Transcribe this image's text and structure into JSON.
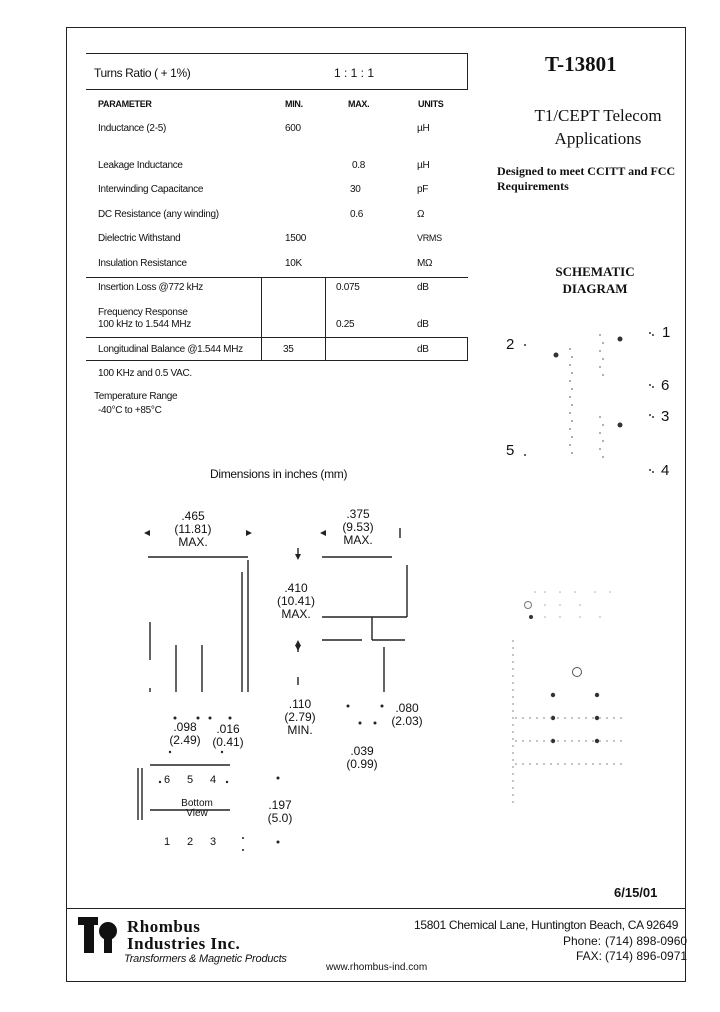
{
  "part_number": "T-13801",
  "application_title_line1": "T1/CEPT Telecom",
  "application_title_line2": "Applications",
  "designed_line1": "Designed to meet CCITT and FCC",
  "designed_line2": "Requirements",
  "schematic_title_line1": "SCHEMATIC",
  "schematic_title_line2": "DIAGRAM",
  "turns_ratio_label": "Turns Ratio ( + 1%)",
  "turns_ratio_value": "1 : 1 : 1",
  "table": {
    "headers": [
      "PARAMETER",
      "MIN.",
      "MAX.",
      "UNITS"
    ],
    "rows": [
      {
        "param": "Inductance (2-5)",
        "min": "600",
        "max": "",
        "units": "µH"
      },
      {
        "param": "Leakage Inductance",
        "min": "",
        "max": "0.8",
        "units": "µH"
      },
      {
        "param": "Interwinding Capacitance",
        "min": "",
        "max": "30",
        "units": "pF"
      },
      {
        "param": "DC Resistance (any winding)",
        "min": "",
        "max": "0.6",
        "units": "Ω"
      },
      {
        "param": "Dielectric Withstand",
        "min": "1500",
        "max": "",
        "units": "VRMS"
      },
      {
        "param": "Insulation Resistance",
        "min": "10K",
        "max": "",
        "units": "MΩ"
      },
      {
        "param": "Insertion Loss @772 kHz",
        "min": "",
        "max": "0.075",
        "units": "dB"
      },
      {
        "param_line1": "Frequency Response",
        "param_line2": "100 kHz to 1.544 MHz",
        "min": "",
        "max": "0.25",
        "units": "dB"
      },
      {
        "param": "Longitudinal Balance  @1.544 MHz",
        "min": "35",
        "max": "",
        "units": "dB"
      }
    ]
  },
  "note_1": "100 KHz and 0.5 VAC.",
  "note_2": "Temperature Range",
  "note_3": "-40°C to +85°C",
  "dimensions_title": "Dimensions in inches (mm)",
  "dims": {
    "w1": ".465",
    "w1_mm": "(11.81)",
    "w1_max": "MAX.",
    "w2": ".375",
    "w2_mm": "(9.53)",
    "w2_max": "MAX.",
    "h1": ".410",
    "h1_mm": "(10.41)",
    "h1_max": "MAX.",
    "h2": ".110",
    "h2_mm": "(2.79)",
    "h2_min": "MIN.",
    "p1": ".098",
    "p1_mm": "(2.49)",
    "p2": ".016",
    "p2_mm": "(0.41)",
    "p3": ".080",
    "p3_mm": "(2.03)",
    "p4": ".039",
    "p4_mm": "(0.99)",
    "p5": ".197",
    "p5_mm": "(5.0)"
  },
  "bottom_view_line1": "Bottom",
  "bottom_view_line2": "View",
  "bottom_pins_top": [
    "6",
    "5",
    "4"
  ],
  "bottom_pins_bottom": [
    "1",
    "2",
    "3"
  ],
  "schematic_pins": {
    "p1": "1",
    "p2": "2",
    "p3": "3",
    "p4": "4",
    "p5": "5",
    "p6": "6"
  },
  "date": "6/15/01",
  "company_line1": "Rhombus",
  "company_line2": "Industries Inc.",
  "company_tagline": "Transformers & Magnetic Products",
  "address": "15801 Chemical Lane, Huntington Beach, CA 92649",
  "phone_label": "Phone:",
  "phone": "(714) 898-0960",
  "fax_label": "FAX:",
  "fax": "(714) 896-0971",
  "website": "www.rhombus-ind.com"
}
